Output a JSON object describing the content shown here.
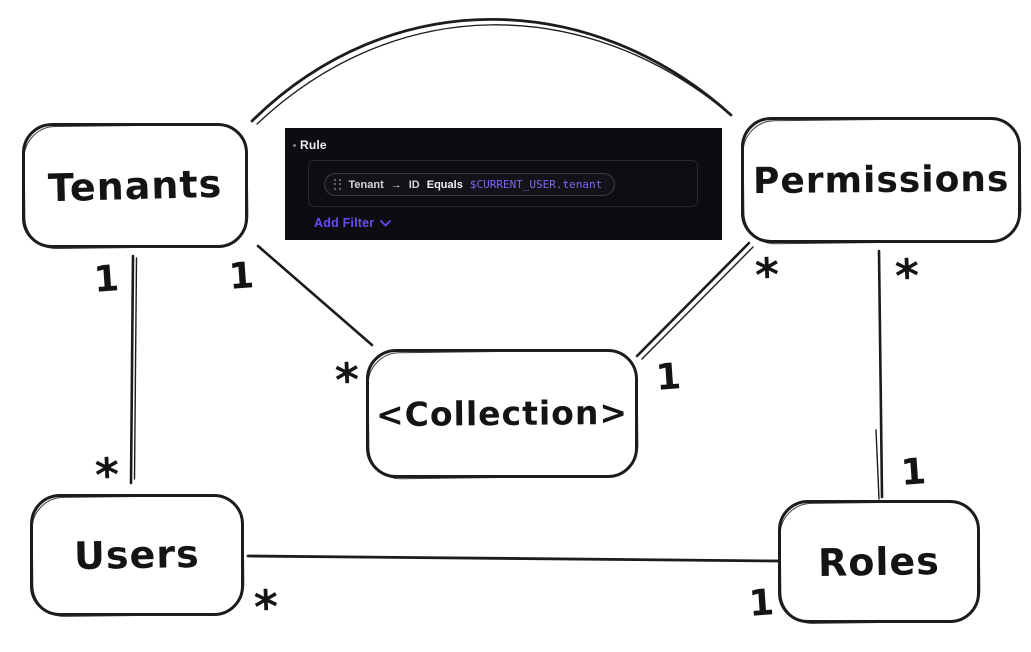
{
  "diagram": {
    "entities": [
      {
        "id": "tenants",
        "label": "Tenants"
      },
      {
        "id": "permissions",
        "label": "Permissions"
      },
      {
        "id": "collection",
        "label": "<Collection>"
      },
      {
        "id": "users",
        "label": "Users"
      },
      {
        "id": "roles",
        "label": "Roles"
      }
    ],
    "relationships": [
      {
        "from": "tenants",
        "to": "users",
        "from_card": "1",
        "to_card": "*"
      },
      {
        "from": "tenants",
        "to": "collection",
        "from_card": "1",
        "to_card": "*"
      },
      {
        "from": "collection",
        "to": "permissions",
        "from_card": "1",
        "to_card": "*"
      },
      {
        "from": "permissions",
        "to": "roles",
        "from_card": "*",
        "to_card": "1"
      },
      {
        "from": "users",
        "to": "roles",
        "from_card": "*",
        "to_card": "1"
      },
      {
        "from": "tenants",
        "to": "permissions",
        "from_card": "",
        "to_card": ""
      }
    ],
    "stroke_color": "#1c1c1e"
  },
  "rule_panel": {
    "title": "Rule",
    "filter": {
      "drag_handle_icon": "drag-dots-icon",
      "field": "Tenant",
      "arrow": "→",
      "subfield": "ID",
      "operator": "Equals",
      "value": "$CURRENT_USER.tenant"
    },
    "add_filter_label": "Add Filter",
    "colors": {
      "panel_bg": "#0d0d11",
      "accent_purple": "#6a4af2",
      "code_purple": "#8365f6",
      "border": "#27272f"
    }
  }
}
